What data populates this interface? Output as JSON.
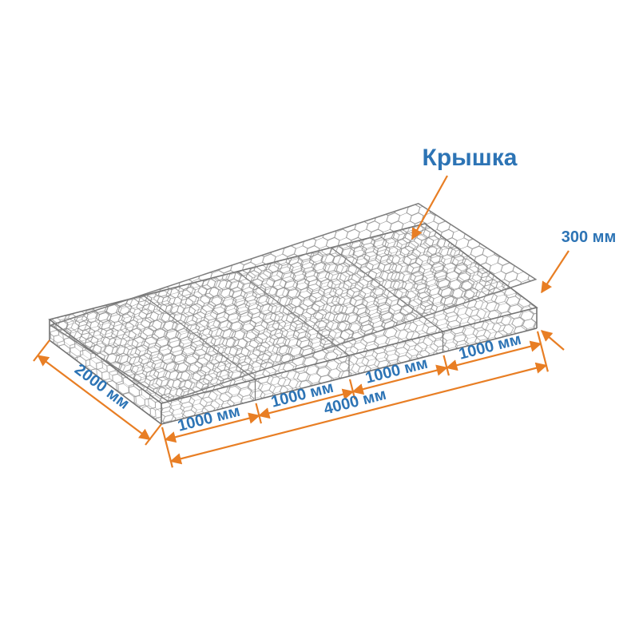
{
  "diagram": {
    "object_label": "Крышка",
    "dimensions": {
      "height": "300 мм",
      "width": "2000 мм",
      "total_length": "4000 мм",
      "segments": [
        "1000 мм",
        "1000 мм",
        "1000 мм",
        "1000 мм"
      ]
    },
    "colors": {
      "dimension_lines": "#E87E24",
      "labels": "#2D74B5",
      "mesh": "#898989"
    }
  }
}
